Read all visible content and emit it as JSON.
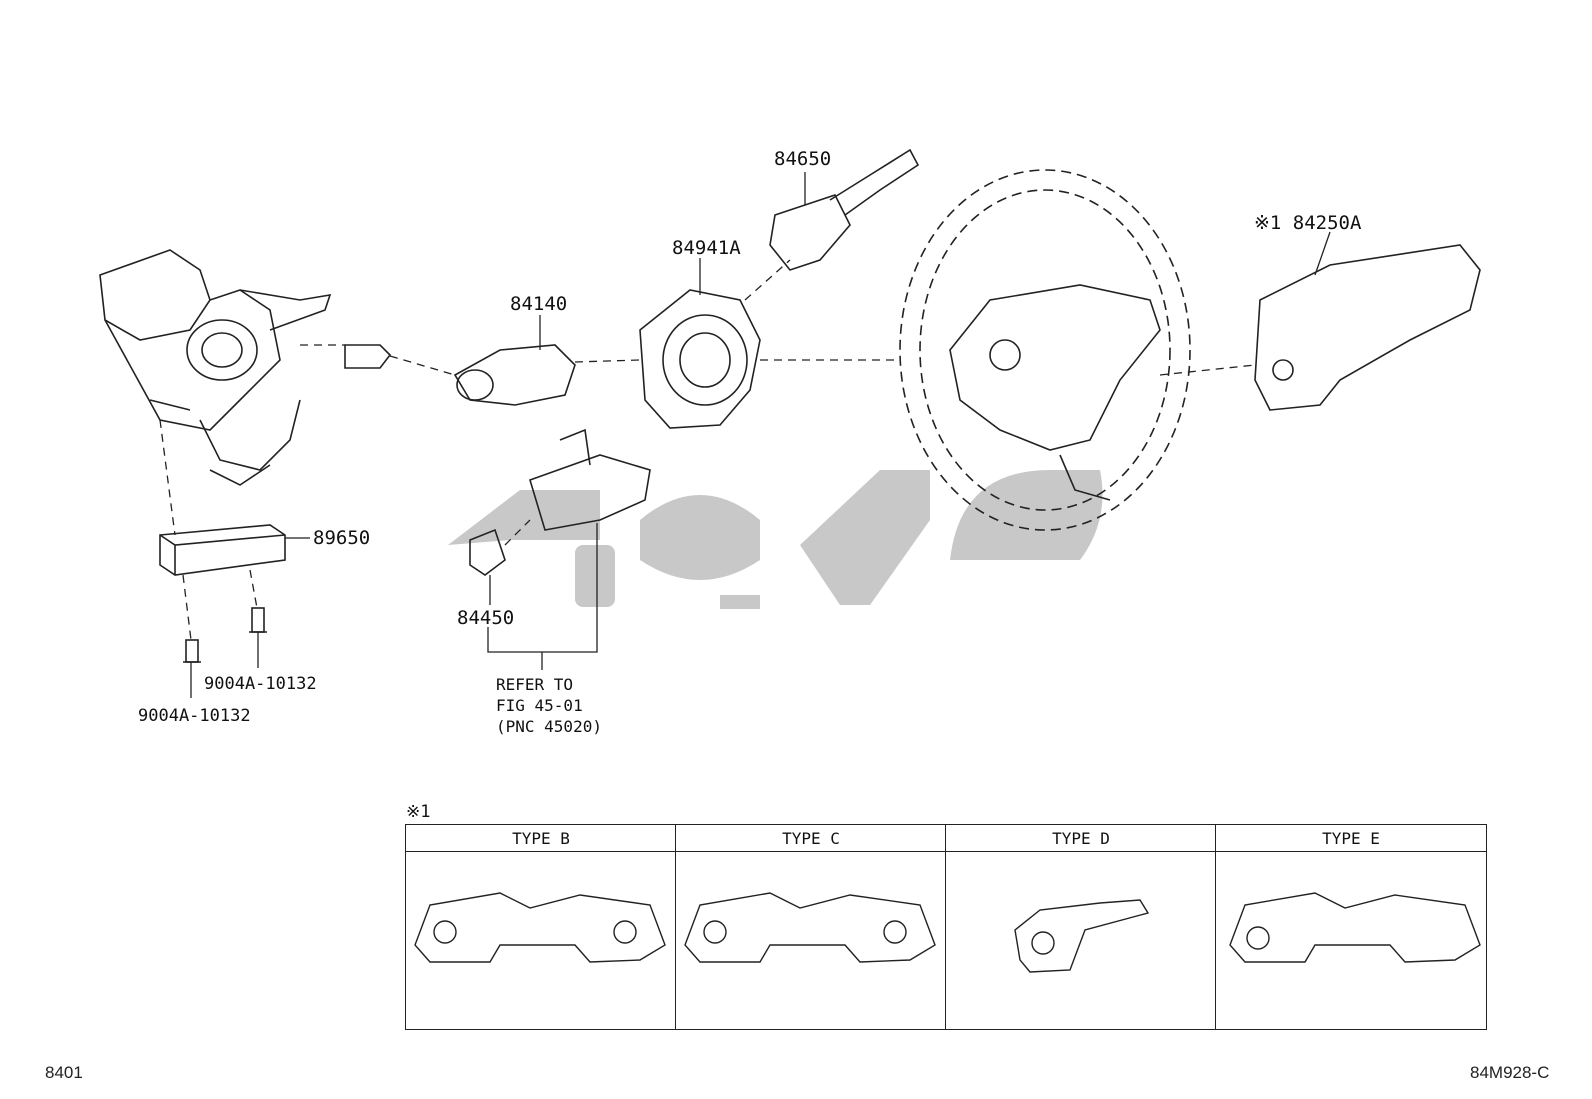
{
  "parts": {
    "p84650": "84650",
    "p84941A": "84941A",
    "p84140": "84140",
    "p84250A": "※1 84250A",
    "p89650": "89650",
    "p84450": "84450",
    "bolt_right": "9004A-10132",
    "bolt_left": "9004A-10132"
  },
  "refer_note": "REFER TO\nFIG 45-01\n(PNC 45020)",
  "types_table": {
    "marker": "※1",
    "headers": [
      "TYPE B",
      "TYPE C",
      "TYPE D",
      "TYPE E"
    ]
  },
  "footer": {
    "left": "8401",
    "right": "84M928-C"
  },
  "colors": {
    "line": "#222222",
    "watermark": "#c8c8c8"
  }
}
